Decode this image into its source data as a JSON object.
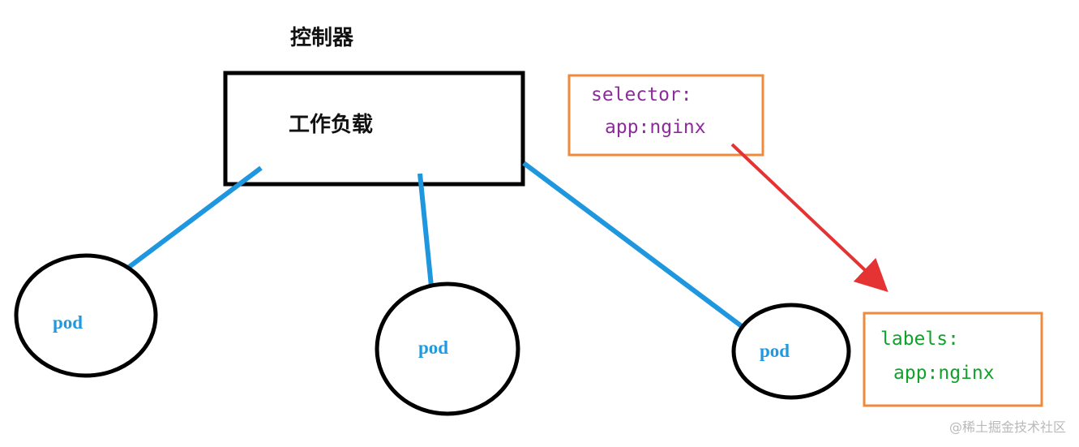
{
  "controller": {
    "title": "控制器"
  },
  "workload": {
    "label": "工作负载"
  },
  "pods": [
    {
      "label": "pod"
    },
    {
      "label": "pod"
    },
    {
      "label": "pod"
    }
  ],
  "selector": {
    "key": "selector:",
    "value": "app:nginx",
    "color": "#8b2c9a"
  },
  "labels": {
    "key": "labels:",
    "value": "app:nginx",
    "color": "#12a12b"
  },
  "colors": {
    "connector": "#1e97de",
    "box_border": "#ef8a3c",
    "arrow": "#e53232",
    "outline": "#000000"
  },
  "watermark": "@稀土掘金技术社区"
}
